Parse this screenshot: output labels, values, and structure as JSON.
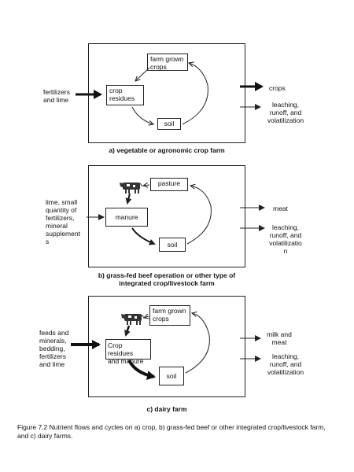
{
  "panels": [
    {
      "caption": "a) vegetable or agronomic crop farm",
      "inputs": "fertilizers\nand lime",
      "box_top": "farm grown\ncrops",
      "box_left": "crop\nresidues",
      "box_soil": "soil",
      "output_1": "crops",
      "output_2": "leaching,\nrunoff, and\nvolatilization"
    },
    {
      "caption": "b) grass-fed beef operation or other type of\nintegrated crop/livestock farm",
      "inputs": "lime, small\nquantity of\nfertilizers,\nmineral\nsupplement\ns",
      "box_top": "pasture",
      "box_left": "manure",
      "box_soil": "soil",
      "output_1": "meat",
      "output_2": "leaching,\nrunoff, and\nvolatilizatio\nn"
    },
    {
      "caption": "c) dairy farm",
      "inputs": "feeds and\nminerals,\nbedding,\nfertilizers\nand lime",
      "box_top": "farm grown\ncrops",
      "box_left": "Crop residues\nand manure",
      "box_soil": "soil",
      "output_1": "milk and\nmeat",
      "output_2": "leaching,\nrunoff, and\nvolatilization"
    }
  ],
  "figure_caption": "Figure 7.2 Nutrient flows and cycles on a) crop, b) grass-fed beef or other integrated crop/livestock farm,\nand c) dairy farms.",
  "colors": {
    "line": "#222222",
    "cow": "#333333"
  },
  "icons": [
    "cow-icon"
  ]
}
